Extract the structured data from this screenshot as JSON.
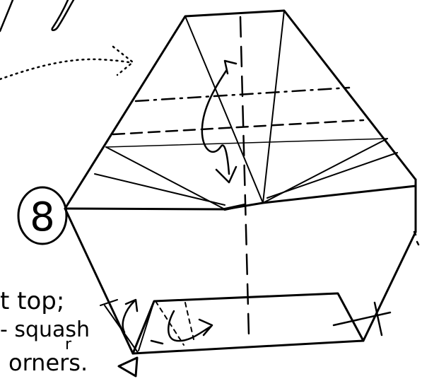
{
  "step": {
    "number": "8"
  },
  "note": {
    "line1": "t top;",
    "line2": "- squash",
    "line3": "r",
    "line4": "orners."
  }
}
